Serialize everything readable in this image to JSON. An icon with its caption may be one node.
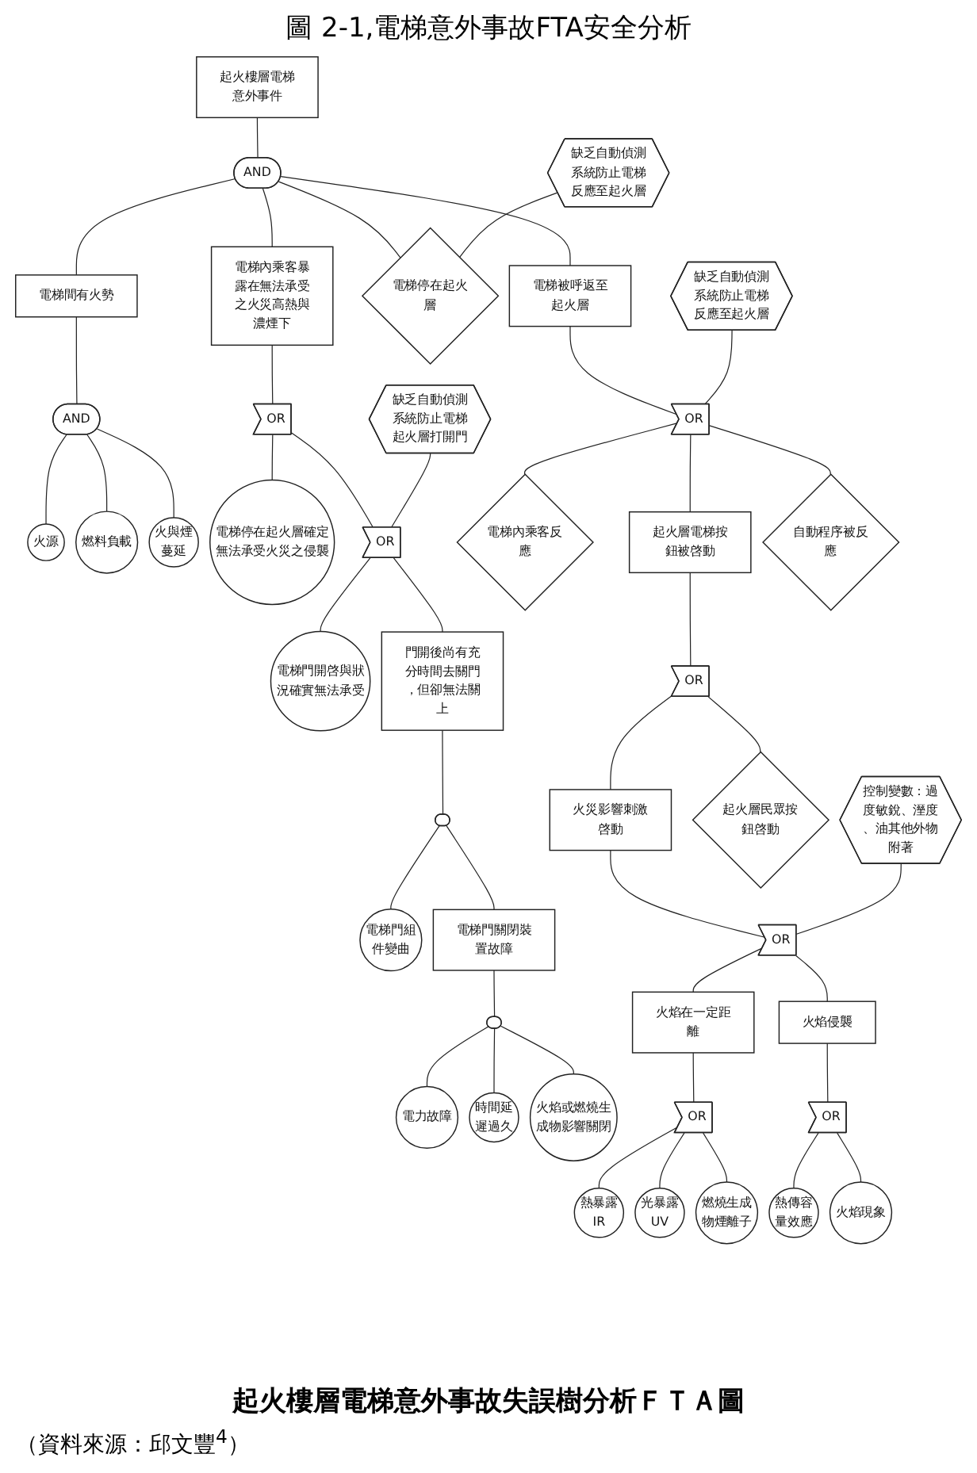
{
  "diagram": {
    "title": "圖 2-1,電梯意外事故FTA安全分析",
    "caption": "起火樓層電梯意外事故失誤樹分析ＦＴＡ圖",
    "nodes": [
      {
        "text": [
          "起火樓層電梯意外事件"
        ]
      },
      {
        "text": [
          "AND"
        ]
      },
      {
        "text": [
          "電梯間有火勢"
        ]
      },
      {
        "text": [
          "電梯被呼返至起火層"
        ]
      },
      {
        "text": [
          "缺乏自動偵測系統防止電梯反應至起火層"
        ]
      },
      {
        "text": [
          "電梯停在起火層"
        ]
      },
      {
        "text": [
          "電梯內乘客暴露在無法承受之火災高熱與濃煙下"
        ]
      },
      {
        "text": [
          "AND"
        ]
      },
      {
        "text": [
          "火源"
        ]
      },
      {
        "text": [
          "燃料負載"
        ]
      },
      {
        "text": [
          "火與煙蔓延"
        ]
      },
      {
        "text": [
          "缺乏自動偵測系統防止電梯反應至起火層"
        ]
      },
      {
        "text": [
          "OR"
        ]
      },
      {
        "text": [
          "缺乏自動偵測系統防止電梯起火層打開門"
        ]
      },
      {
        "text": [
          "電梯停在起火層確定無法承受火災之侵襲"
        ]
      },
      {
        "text": [
          "OR"
        ]
      },
      {
        "text": [
          "OR"
        ]
      },
      {
        "text": [
          "電梯內乘客反應"
        ]
      },
      {
        "text": [
          "起火層電梯按鈕被啓動"
        ]
      },
      {
        "text": [
          "自動程序被反應"
        ]
      },
      {
        "text": [
          "電梯門開啓與狀況確實無法承受"
        ]
      },
      {
        "text": [
          "門開後尚有充分時間去關門，但卻無法關上"
        ]
      },
      {
        "text": [
          "OR"
        ]
      },
      {
        "text": [],
        "shape": "gate"
      },
      {
        "text": [
          "火災影響刺激啓動"
        ]
      },
      {
        "text": [
          "起火層民眾按鈕啓動"
        ]
      },
      {
        "text": [
          "電梯門組件變曲"
        ]
      },
      {
        "text": [
          "電梯門關閉裝置故障"
        ]
      },
      {
        "text": [
          "控制變數：過度敏銳、溼度、油其他外物附著"
        ]
      },
      {
        "text": [],
        "shape": "gate"
      },
      {
        "text": [
          "OR"
        ]
      },
      {
        "text": [
          "電力故障"
        ]
      },
      {
        "text": [
          "時間延遲過久"
        ]
      },
      {
        "text": [
          "火焰或燃燒生成物影響關閉"
        ]
      },
      {
        "text": [
          "火焰在一定距離"
        ]
      },
      {
        "text": [
          "火焰侵襲"
        ]
      },
      {
        "text": [
          "OR"
        ]
      },
      {
        "text": [
          "OR"
        ]
      },
      {
        "text": [
          "熱暴露IR"
        ]
      },
      {
        "text": [
          "光暴露UV"
        ]
      },
      {
        "text": [
          "燃燒生成物煙離子"
        ]
      },
      {
        "text": [
          "熱傳容量效應"
        ]
      },
      {
        "text": [
          "火焰現象"
        ]
      }
    ],
    "edges": [
      {
        "from": 0,
        "to": 1,
        "arrow": "none"
      },
      {
        "from": 1,
        "to": 2,
        "arrow": "none"
      },
      {
        "from": 1,
        "to": 3,
        "arrow": "none"
      },
      {
        "from": 1,
        "to": 5,
        "arrow": "none"
      },
      {
        "from": 4,
        "to": 5,
        "arrow": "none"
      },
      {
        "from": 1,
        "to": 6,
        "arrow": "none"
      },
      {
        "from": 2,
        "to": 7,
        "arrow": "none"
      },
      {
        "from": 7,
        "to": 8,
        "arrow": "none"
      },
      {
        "from": 7,
        "to": 9,
        "arrow": "none"
      },
      {
        "from": 7,
        "to": 10,
        "arrow": "none"
      },
      {
        "from": 3,
        "to": 15,
        "arrow": "none"
      },
      {
        "from": 11,
        "to": 15,
        "arrow": "none"
      },
      {
        "from": 6,
        "to": 12,
        "arrow": "none"
      },
      {
        "from": 12,
        "to": 14,
        "arrow": "none"
      },
      {
        "from": 12,
        "to": 16,
        "arrow": "none"
      },
      {
        "from": 13,
        "to": 16,
        "arrow": "none"
      },
      {
        "from": 15,
        "to": 17,
        "arrow": "none"
      },
      {
        "from": 15,
        "to": 18,
        "arrow": "none"
      },
      {
        "from": 15,
        "to": 19,
        "arrow": "none"
      },
      {
        "from": 16,
        "to": 20,
        "arrow": "none"
      },
      {
        "from": 16,
        "to": 21,
        "arrow": "none"
      },
      {
        "from": 18,
        "to": 22,
        "arrow": "none"
      },
      {
        "from": 21,
        "to": 23,
        "arrow": "none"
      },
      {
        "from": 22,
        "to": 24,
        "arrow": "none"
      },
      {
        "from": 22,
        "to": 25,
        "arrow": "none"
      },
      {
        "from": 23,
        "to": 26,
        "arrow": "none"
      },
      {
        "from": 23,
        "to": 27,
        "arrow": "none"
      },
      {
        "from": 24,
        "to": 30,
        "arrow": "none"
      },
      {
        "from": 28,
        "to": 30,
        "arrow": "none"
      },
      {
        "from": 27,
        "to": 29,
        "arrow": "none"
      },
      {
        "from": 29,
        "to": 31,
        "arrow": "none"
      },
      {
        "from": 29,
        "to": 32,
        "arrow": "none"
      },
      {
        "from": 29,
        "to": 33,
        "arrow": "none"
      },
      {
        "from": 30,
        "to": 34,
        "arrow": "none"
      },
      {
        "from": 30,
        "to": 35,
        "arrow": "none"
      },
      {
        "from": 34,
        "to": 36,
        "arrow": "none"
      },
      {
        "from": 35,
        "to": 37,
        "arrow": "none"
      },
      {
        "from": 36,
        "to": 38,
        "arrow": "none"
      },
      {
        "from": 36,
        "to": 39,
        "arrow": "none"
      },
      {
        "from": 36,
        "to": 40,
        "arrow": "none"
      },
      {
        "from": 37,
        "to": 41,
        "arrow": "none"
      },
      {
        "from": 37,
        "to": 42,
        "arrow": "none"
      }
    ],
    "labels": [
      "（資料來源：邱文豐$^{4}$）"
    ]
  }
}
